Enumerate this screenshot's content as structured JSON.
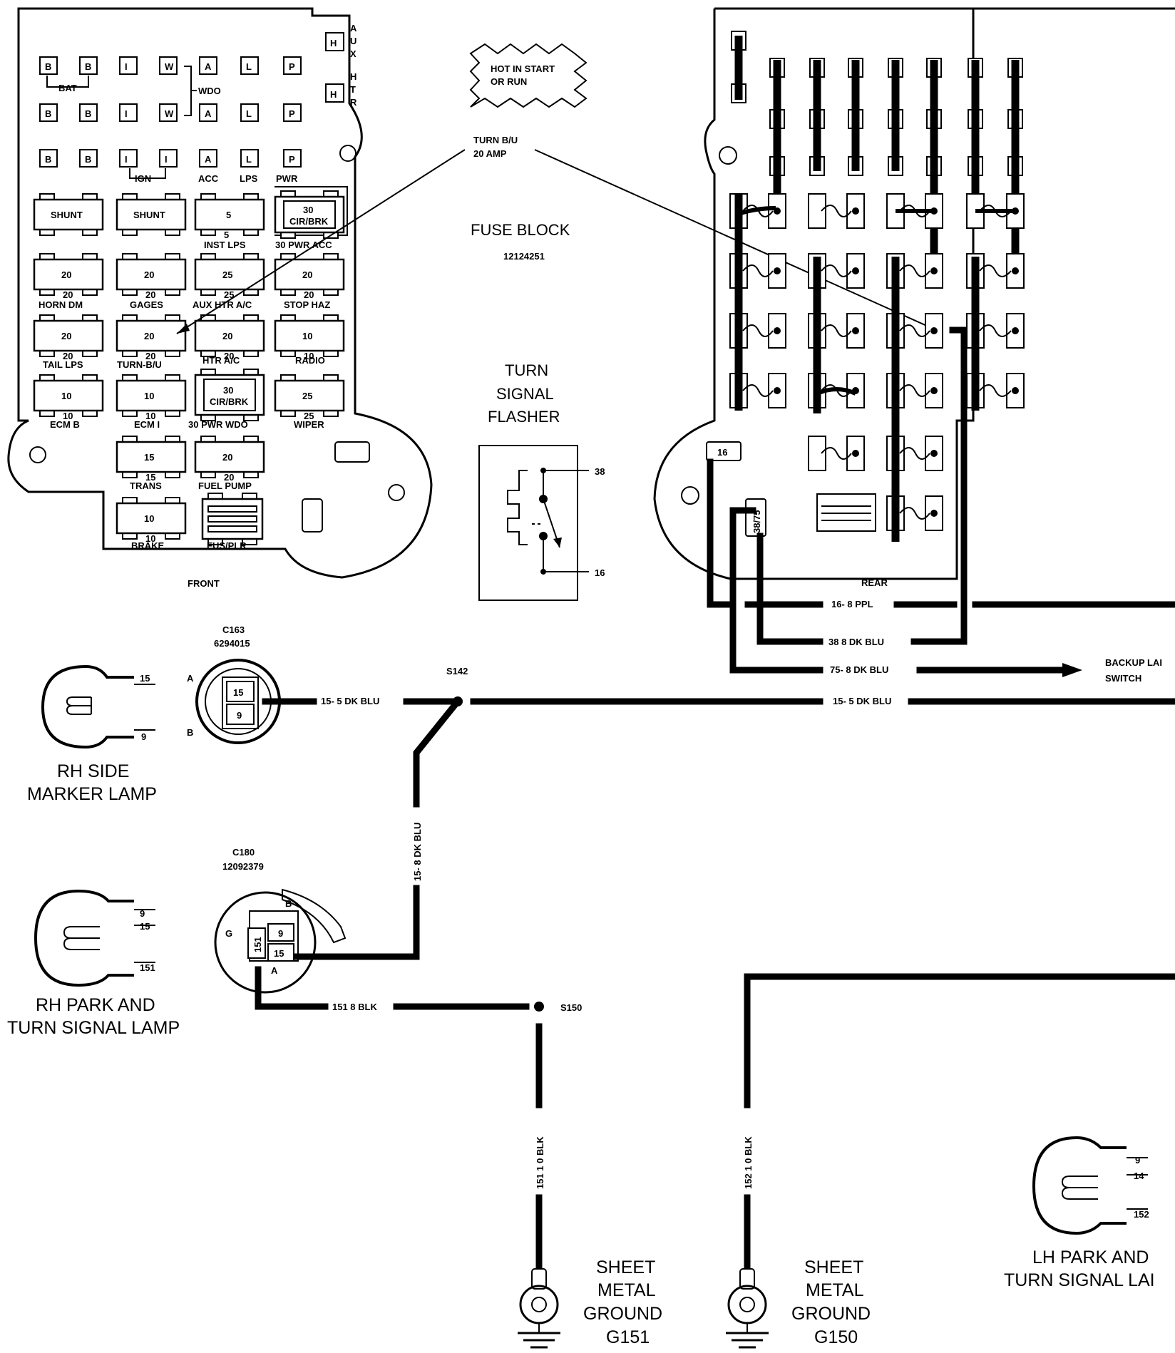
{
  "fuse_block": {
    "title": "FUSE BLOCK",
    "part_number": "12124251",
    "front_label": "FRONT",
    "rear_label": "REAR",
    "hot_label_1": "HOT IN START",
    "hot_label_2": "OR RUN",
    "callout_1": "TURN B/U",
    "callout_2": "20 AMP",
    "side_terminals": {
      "top": [
        "H",
        "A",
        "U",
        "X"
      ],
      "bottom": [
        "H",
        "H",
        "T",
        "R"
      ]
    },
    "terminal_rows": [
      [
        "B",
        "B",
        "I",
        "W",
        "A",
        "L",
        "P"
      ],
      [
        "B",
        "B",
        "I",
        "W",
        "A",
        "L",
        "P"
      ],
      [
        "B",
        "B",
        "I",
        "I",
        "A",
        "L",
        "P"
      ]
    ],
    "bracket_labels": {
      "bat": "BAT",
      "wdo": "WDO",
      "ign": "IGN",
      "acc": "ACC",
      "lps": "LPS",
      "pwr": "PWR"
    },
    "fuses": [
      {
        "value": "SHUNT",
        "sub": "",
        "label": ""
      },
      {
        "value": "SHUNT",
        "sub": "",
        "label": ""
      },
      {
        "value": "5",
        "sub": "5",
        "label": "INST LPS"
      },
      {
        "value": "30 CIR/BRK",
        "sub": "",
        "label": "30 PWR ACC"
      },
      {
        "value": "20",
        "sub": "20",
        "label": "HORN DM"
      },
      {
        "value": "20",
        "sub": "20",
        "label": "GAGES"
      },
      {
        "value": "25",
        "sub": "25",
        "label": "AUX HTR A/C"
      },
      {
        "value": "20",
        "sub": "20",
        "label": "STOP HAZ"
      },
      {
        "value": "20",
        "sub": "20",
        "label": "TAIL LPS"
      },
      {
        "value": "20",
        "sub": "20",
        "label": "TURN-B/U"
      },
      {
        "value": "20",
        "sub": "20",
        "label": "HTR A/C"
      },
      {
        "value": "10",
        "sub": "10",
        "label": "RADIO"
      },
      {
        "value": "10",
        "sub": "10",
        "label": "ECM B"
      },
      {
        "value": "10",
        "sub": "10",
        "label": "ECM I"
      },
      {
        "value": "30 CIR/BRK",
        "sub": "",
        "label": "30 PWR WDO"
      },
      {
        "value": "25",
        "sub": "25",
        "label": "WIPER"
      },
      {
        "value": "15",
        "sub": "15",
        "label": "TRANS"
      },
      {
        "value": "20",
        "sub": "20",
        "label": "FUEL PUMP"
      },
      {
        "value": "10",
        "sub": "10",
        "label": "BRAKE"
      },
      {
        "value": "",
        "sub": "",
        "label": "FUS/PLR"
      }
    ],
    "rear_connectors": [
      "16",
      "38/75"
    ]
  },
  "flasher": {
    "title_1": "TURN",
    "title_2": "SIGNAL",
    "title_3": "FLASHER",
    "pin_top": "38",
    "pin_bottom": "16"
  },
  "wires": {
    "w16": "16- 8 PPL",
    "w38": "38  8 DK BLU",
    "w75": "75- 8 DK BLU",
    "w15a": "15- 5 DK BLU",
    "w15b": "15- 5 DK BLU",
    "w15c": "15- 8 DK BLU",
    "w151": "151  8 BLK",
    "w151g": "151 1 0 BLK",
    "w152g": "152 1 0 BLK",
    "backup_1": "BACKUP LAI",
    "backup_2": "SWITCH"
  },
  "splices": {
    "s142": "S142",
    "s150": "S150"
  },
  "connectors": {
    "c163": {
      "name": "C163",
      "part": "6294015",
      "pin_a": "A",
      "pin_b": "B",
      "cav_1": "15",
      "cav_2": "9"
    },
    "c180": {
      "name": "C180",
      "part": "12092379",
      "pin_b": "B",
      "pin_g": "G",
      "pin_a": "A",
      "cav_1": "9",
      "cav_2": "15",
      "cav_3": "151"
    }
  },
  "lamps": {
    "rh_side": {
      "line1": "RH SIDE",
      "line2": "MARKER LAMP",
      "pins": [
        "15",
        "9"
      ]
    },
    "rh_park": {
      "line1": "RH PARK AND",
      "line2": "TURN SIGNAL LAMP",
      "pins": [
        "9",
        "15",
        "151"
      ]
    },
    "lh_park": {
      "line1": "LH PARK AND",
      "line2": "TURN SIGNAL LAI",
      "pins": [
        "9",
        "14",
        "152"
      ]
    }
  },
  "grounds": {
    "g151": {
      "line1": "SHEET",
      "line2": "METAL",
      "line3": "GROUND",
      "line4": "G151"
    },
    "g150": {
      "line1": "SHEET",
      "line2": "METAL",
      "line3": "GROUND",
      "line4": "G150"
    }
  }
}
